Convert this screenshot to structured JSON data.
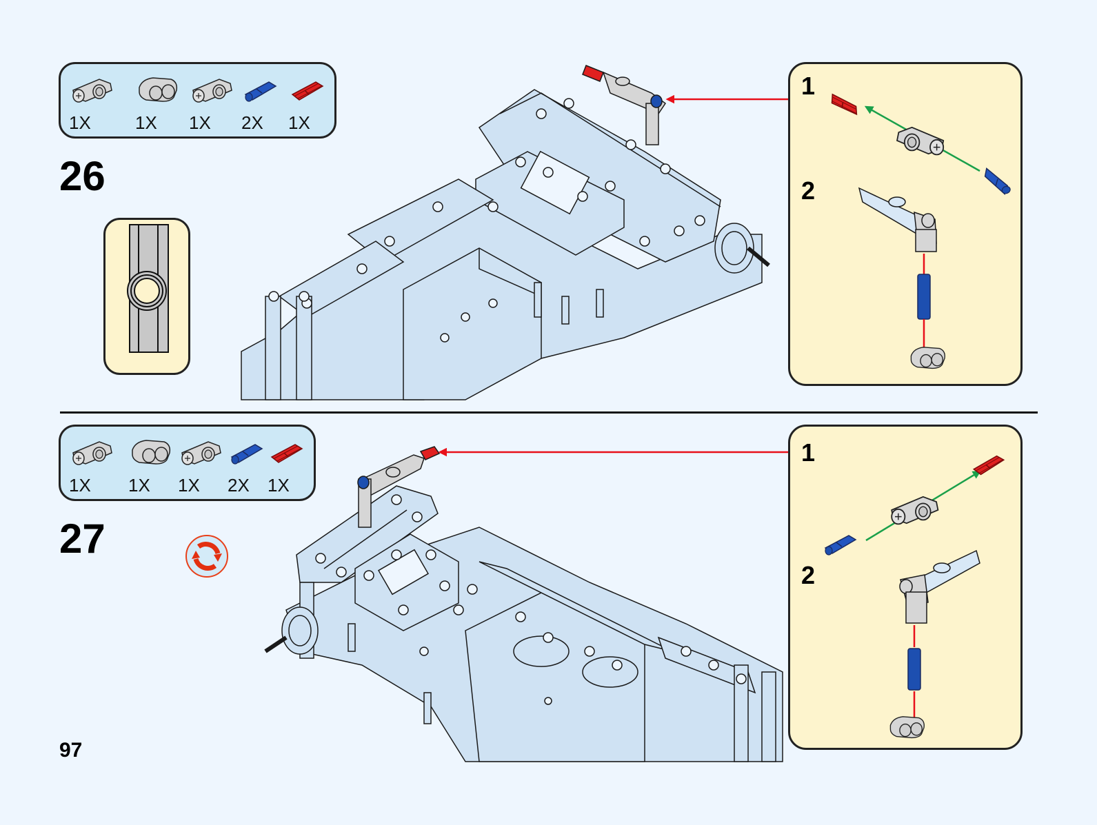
{
  "page": {
    "number": "97",
    "background": "#eef6fe"
  },
  "colors": {
    "parts_box": "#cde8f6",
    "sub_box": "#fdf4cd",
    "arrow_red": "#e8101a",
    "arrow_green": "#1aa04a",
    "pin_blue": "#1d4fb0",
    "axle_red": "#e02020",
    "part_gray": "#d2d2d2",
    "model_blue": "#cfe2f3"
  },
  "steps": [
    {
      "number": "26",
      "parts": [
        {
          "name": "axle-pin-connector-perpendicular-double",
          "icon": "connector-icon",
          "qty": "1X"
        },
        {
          "name": "beam-2-thick",
          "icon": "beam-icon",
          "qty": "1X"
        },
        {
          "name": "axle-pin-connector-perpendicular",
          "icon": "connector-icon",
          "qty": "1X"
        },
        {
          "name": "pin-with-axle-blue",
          "icon": "blue-pin-icon",
          "qty": "2X"
        },
        {
          "name": "axle-2-red",
          "icon": "red-axle-icon",
          "qty": "1X"
        }
      ],
      "callout": "orientation-detail",
      "substeps": [
        {
          "number": "1"
        },
        {
          "number": "2"
        }
      ]
    },
    {
      "number": "27",
      "parts": [
        {
          "name": "axle-pin-connector-perpendicular-double",
          "icon": "connector-icon",
          "qty": "1X"
        },
        {
          "name": "beam-2-thick",
          "icon": "beam-icon",
          "qty": "1X"
        },
        {
          "name": "axle-pin-connector-perpendicular",
          "icon": "connector-icon",
          "qty": "1X"
        },
        {
          "name": "pin-with-axle-blue",
          "icon": "blue-pin-icon",
          "qty": "2X"
        },
        {
          "name": "axle-2-red",
          "icon": "red-axle-icon",
          "qty": "1X"
        }
      ],
      "callout": "rotate-model",
      "substeps": [
        {
          "number": "1"
        },
        {
          "number": "2"
        }
      ]
    }
  ]
}
